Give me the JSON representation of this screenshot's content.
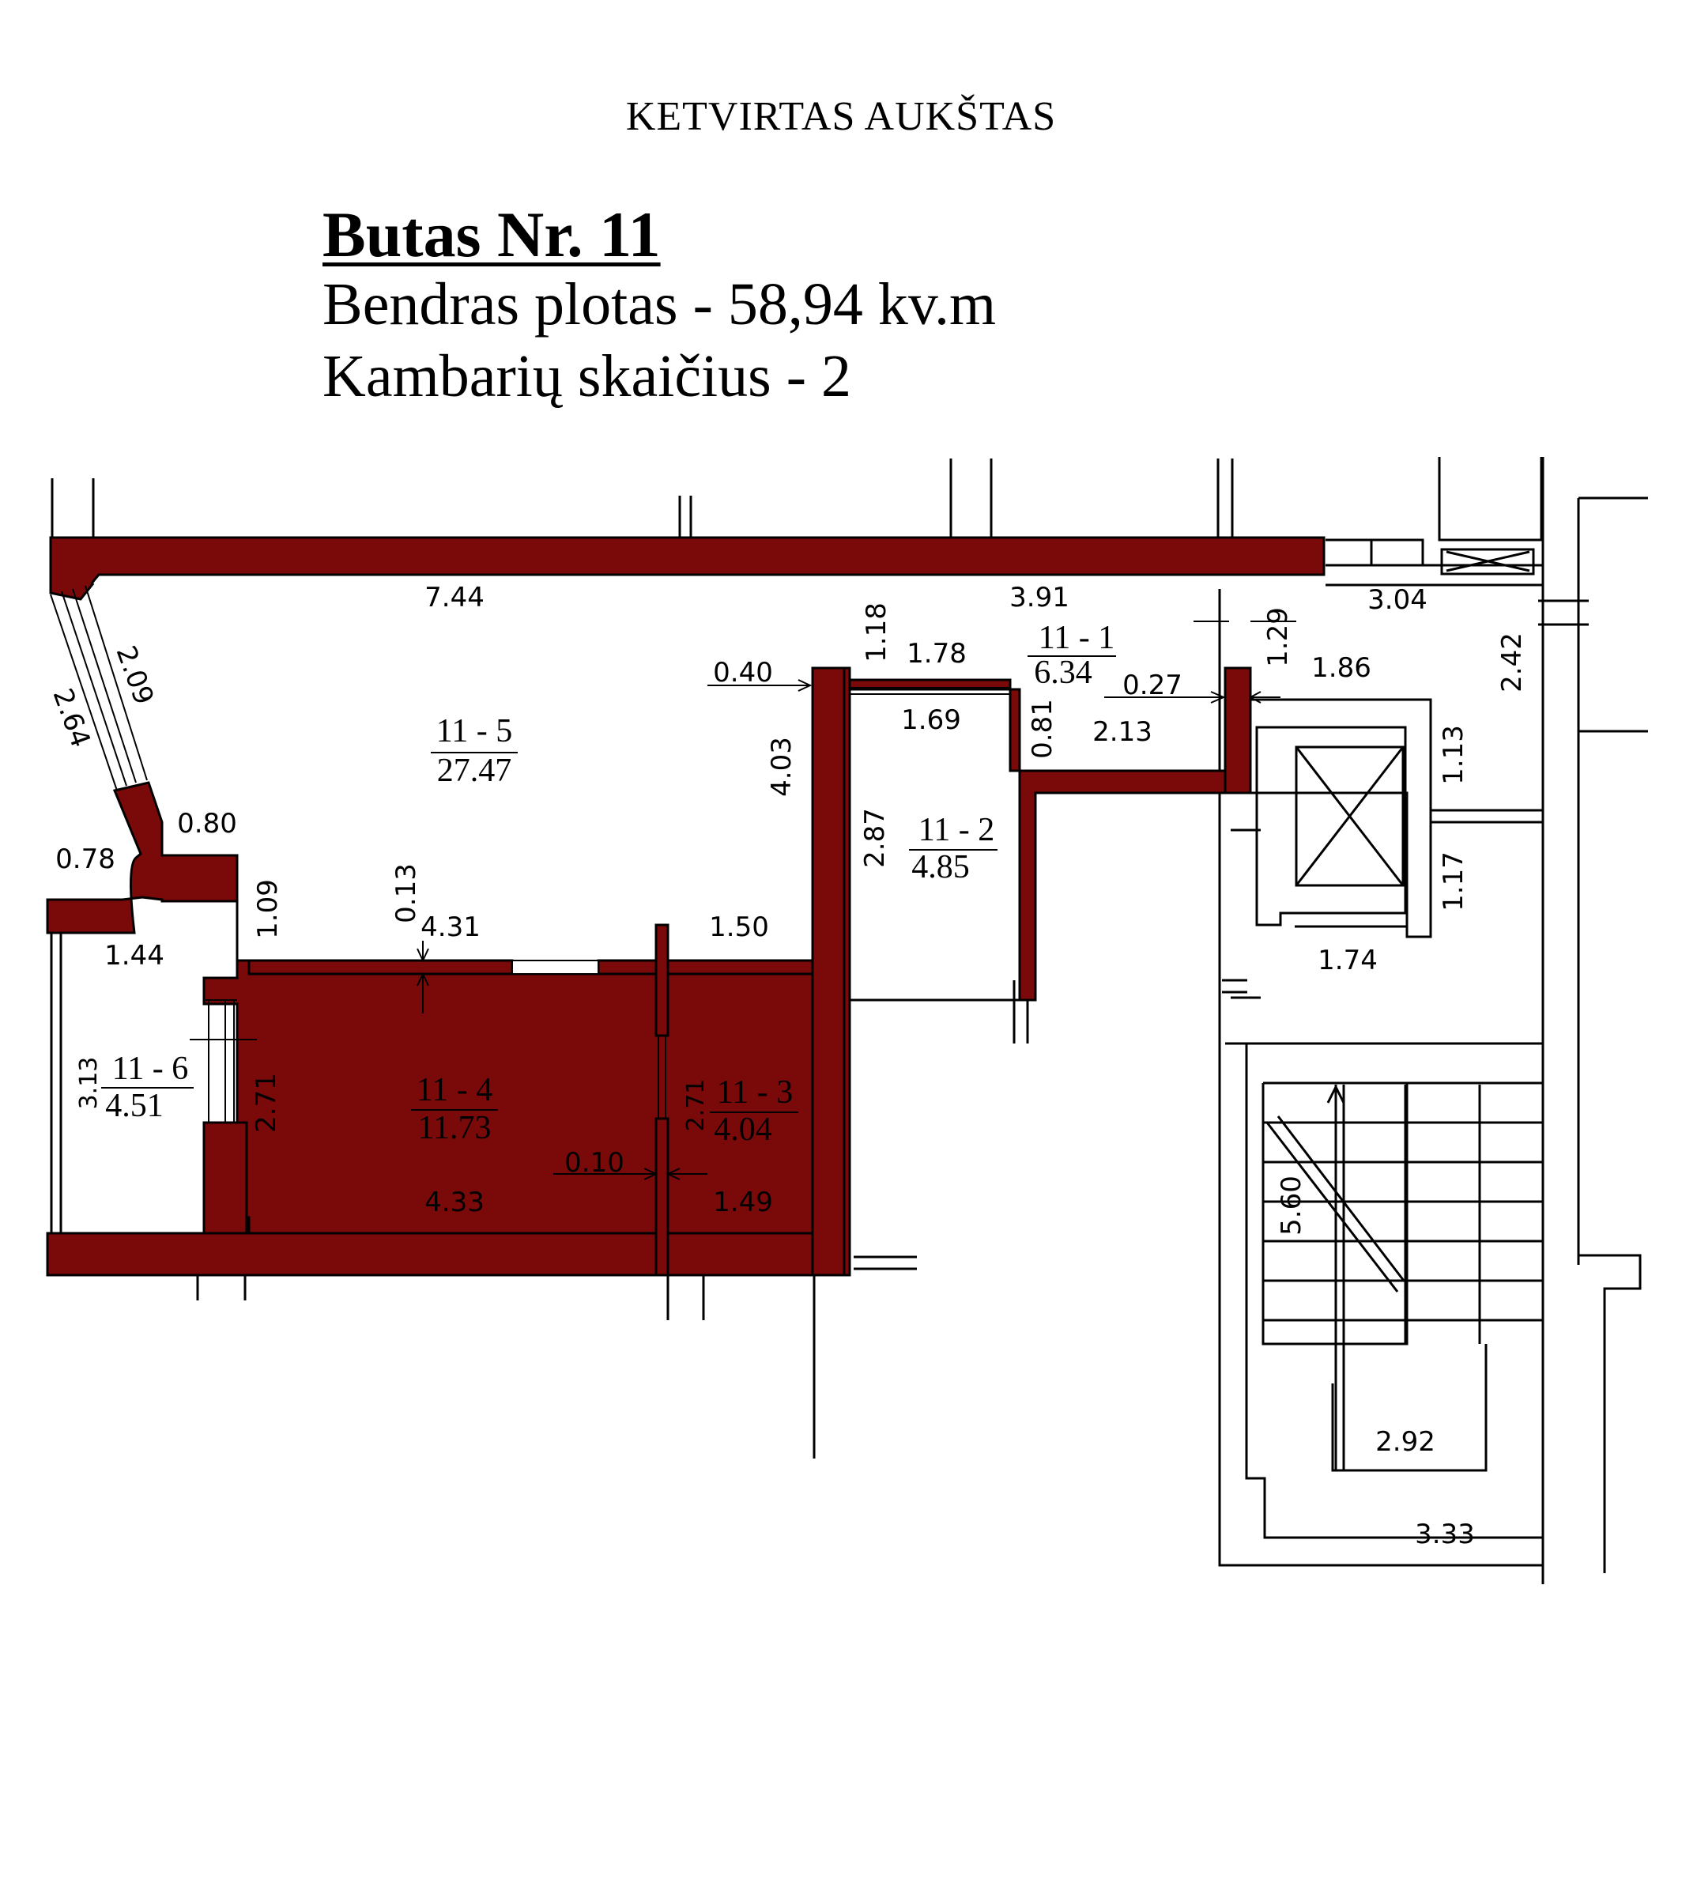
{
  "header": {
    "floor_title": "KETVIRTAS AUKŠTAS",
    "apartment": "Butas Nr. 11",
    "total_area": "Bendras plotas - 58,94 kv.m",
    "room_count": "Kambarių skaičius - 2"
  },
  "colors": {
    "wall": "#7a0a0a",
    "lines": "#000000",
    "background": "#ffffff"
  },
  "rooms": [
    {
      "id": "11 - 5",
      "area": "27.47"
    },
    {
      "id": "11 - 4",
      "area": "11.73"
    },
    {
      "id": "11 - 6",
      "area": "4.51"
    },
    {
      "id": "11 - 3",
      "area": "4.04"
    },
    {
      "id": "11 - 2",
      "area": "4.85"
    },
    {
      "id": "11 - 1",
      "area": "6.34"
    }
  ],
  "dimensions": {
    "d744": "7.44",
    "d391": "3.91",
    "d304": "3.04",
    "d118": "1.18",
    "d178": "1.78",
    "d129": "1.29",
    "d186": "1.86",
    "d242": "2.42",
    "d040": "0.40",
    "d027": "0.27",
    "d169": "1.69",
    "d081": "0.81",
    "d213": "2.13",
    "d403": "4.03",
    "d209": "2.09",
    "d264": "2.64",
    "d080": "0.80",
    "d078": "0.78",
    "d109": "1.09",
    "d013": "0.13",
    "d431": "4.31",
    "d150": "1.50",
    "d287": "2.87",
    "d113": "1.13",
    "d117": "1.17",
    "d174": "1.74",
    "d144": "1.44",
    "d313": "3.13",
    "d271a": "2.71",
    "d271b": "2.71",
    "d010": "0.10",
    "d433": "4.33",
    "d149": "1.49",
    "d560": "5.60",
    "d292": "2.92",
    "d333": "3.33"
  }
}
